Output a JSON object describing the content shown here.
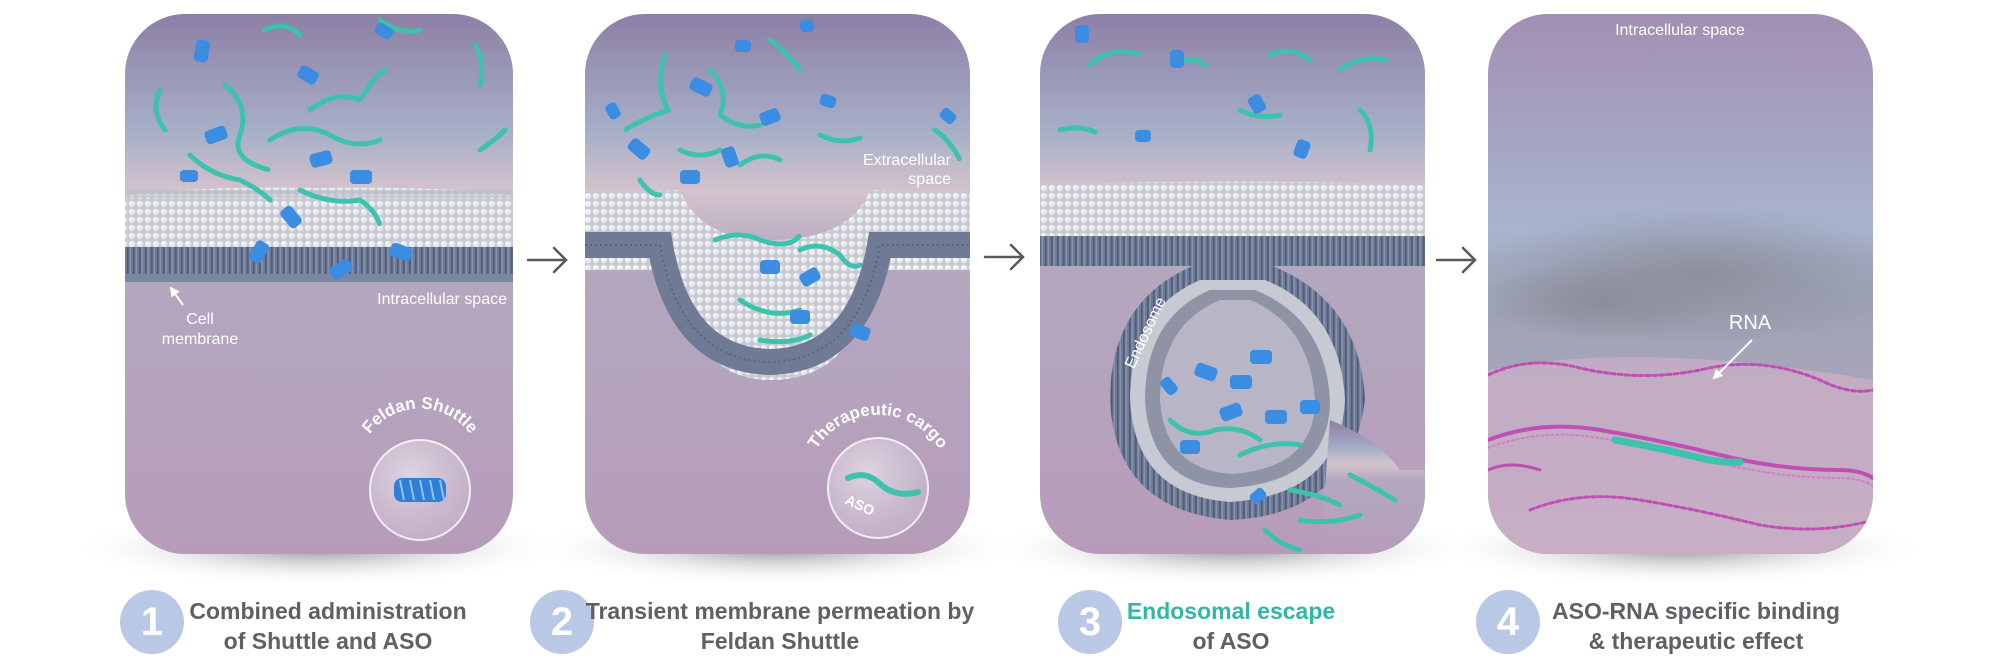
{
  "colors": {
    "accent_teal": "#34b6a6",
    "caption_gray": "#5f5f66",
    "step_circle": "#b9c8e4",
    "aso_strand": "#3cc2ad",
    "shuttle_peptide": "#3a8de0",
    "rna_strand": "#c04fb4",
    "membrane": "#8b95ac"
  },
  "panels": [
    {
      "labels": {
        "cell_membrane_line1": "Cell",
        "cell_membrane_line2": "membrane",
        "intracellular": "Intracellular space"
      },
      "inset_label": "Feldan Shuttle",
      "inset_icon": "shuttle-peptide-icon"
    },
    {
      "labels": {
        "extracellular_line1": "Extracellular",
        "extracellular_line2": "space"
      },
      "inset_label": "Therapeutic cargo",
      "inset_text": "ASO",
      "inset_icon": "aso-strand-icon"
    },
    {
      "labels": {
        "endosome": "Endosome"
      }
    },
    {
      "labels": {
        "intracellular": "Intracellular space",
        "rna": "RNA"
      }
    }
  ],
  "arrows": [
    "arrow-right-icon",
    "arrow-right-icon",
    "arrow-right-icon"
  ],
  "steps": [
    {
      "number": "1",
      "line1": "Combined administration",
      "line2": "of Shuttle and ASO"
    },
    {
      "number": "2",
      "line1": "Transient membrane permeation by",
      "line2": "Feldan Shuttle"
    },
    {
      "number": "3",
      "line1_highlight": "Endosomal escape",
      "line2": "of ASO"
    },
    {
      "number": "4",
      "line1": "ASO-RNA specific binding",
      "line2": "& therapeutic effect"
    }
  ]
}
